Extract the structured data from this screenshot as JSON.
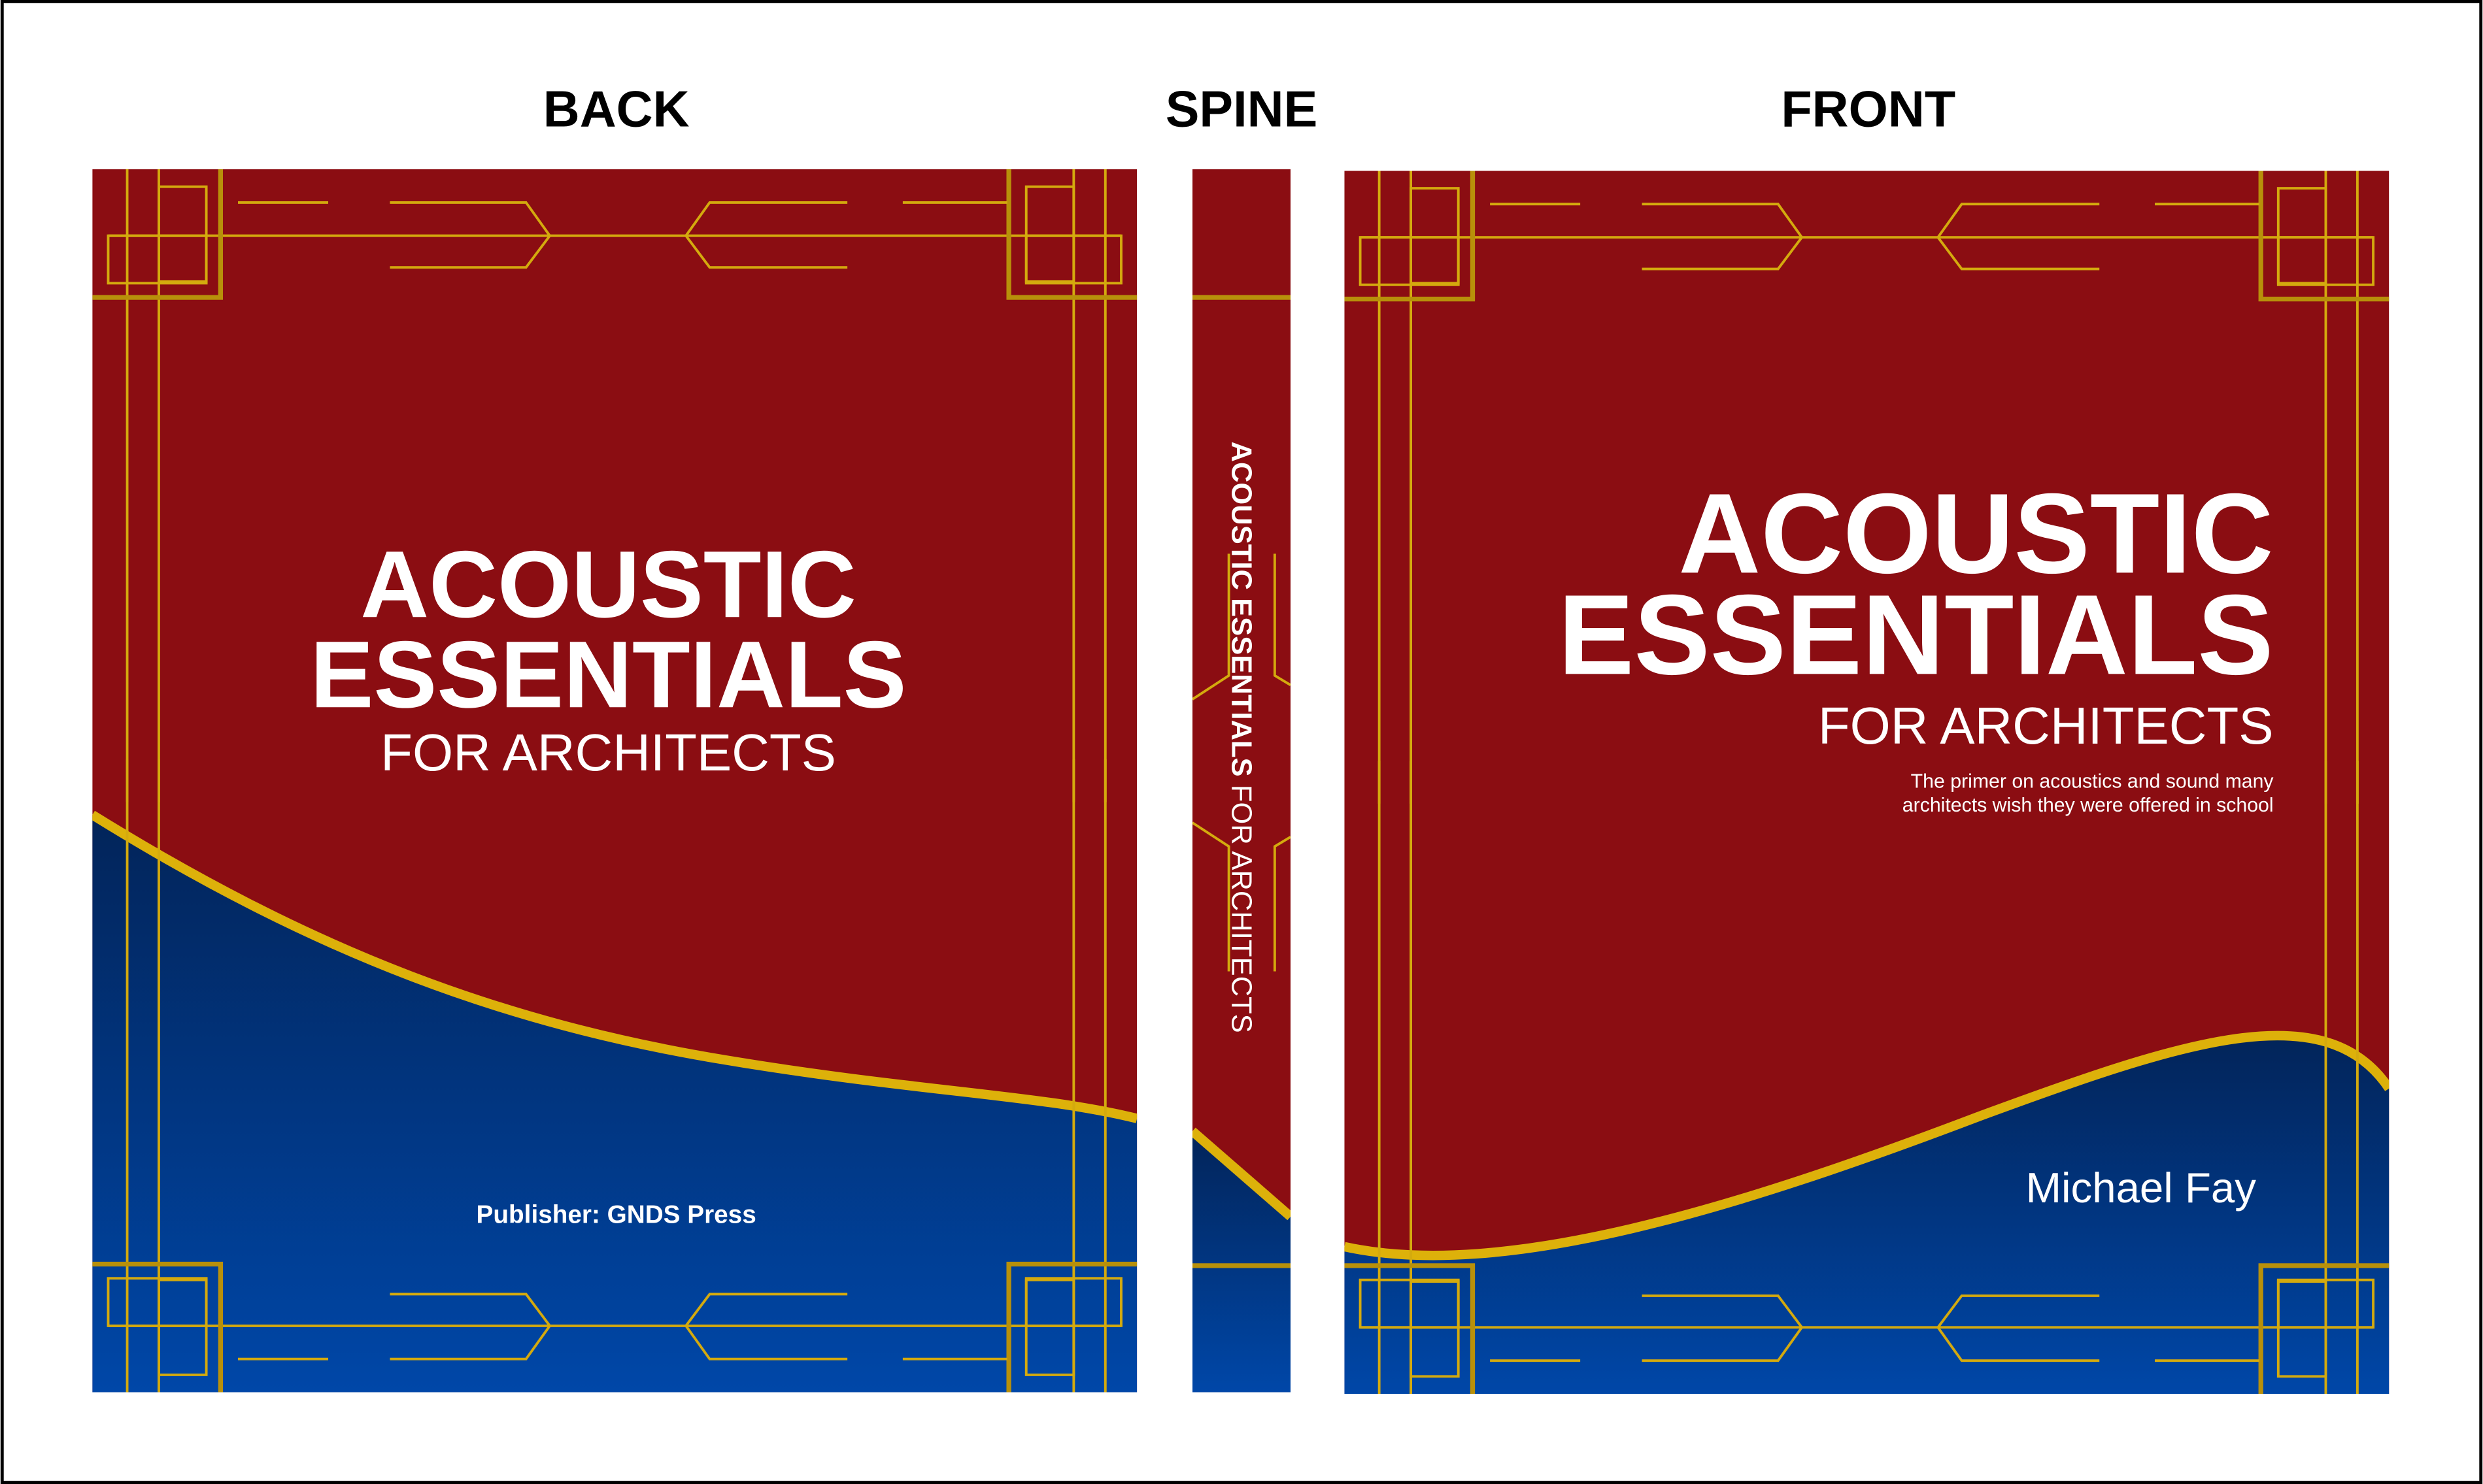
{
  "labels": {
    "back": "BACK",
    "spine": "SPINE",
    "front": "FRONT"
  },
  "book": {
    "title_line1": "ACOUSTIC",
    "title_line2": "ESSENTIALS",
    "subtitle": "FOR ARCHITECTS",
    "tagline_line1": "The primer on acoustics and sound many",
    "tagline_line2": "architects wish they were offered in school",
    "author": "Michael Fay",
    "publisher": "Publisher: GNDS Press",
    "spine_title": "ACOUSTIC ESSENTIALS",
    "spine_subtitle": " FOR ARCHITECTS"
  },
  "colors": {
    "red": "#8B0D12",
    "navy": "#022459",
    "blue": "#0047A8",
    "gold": "#DDB10A"
  }
}
